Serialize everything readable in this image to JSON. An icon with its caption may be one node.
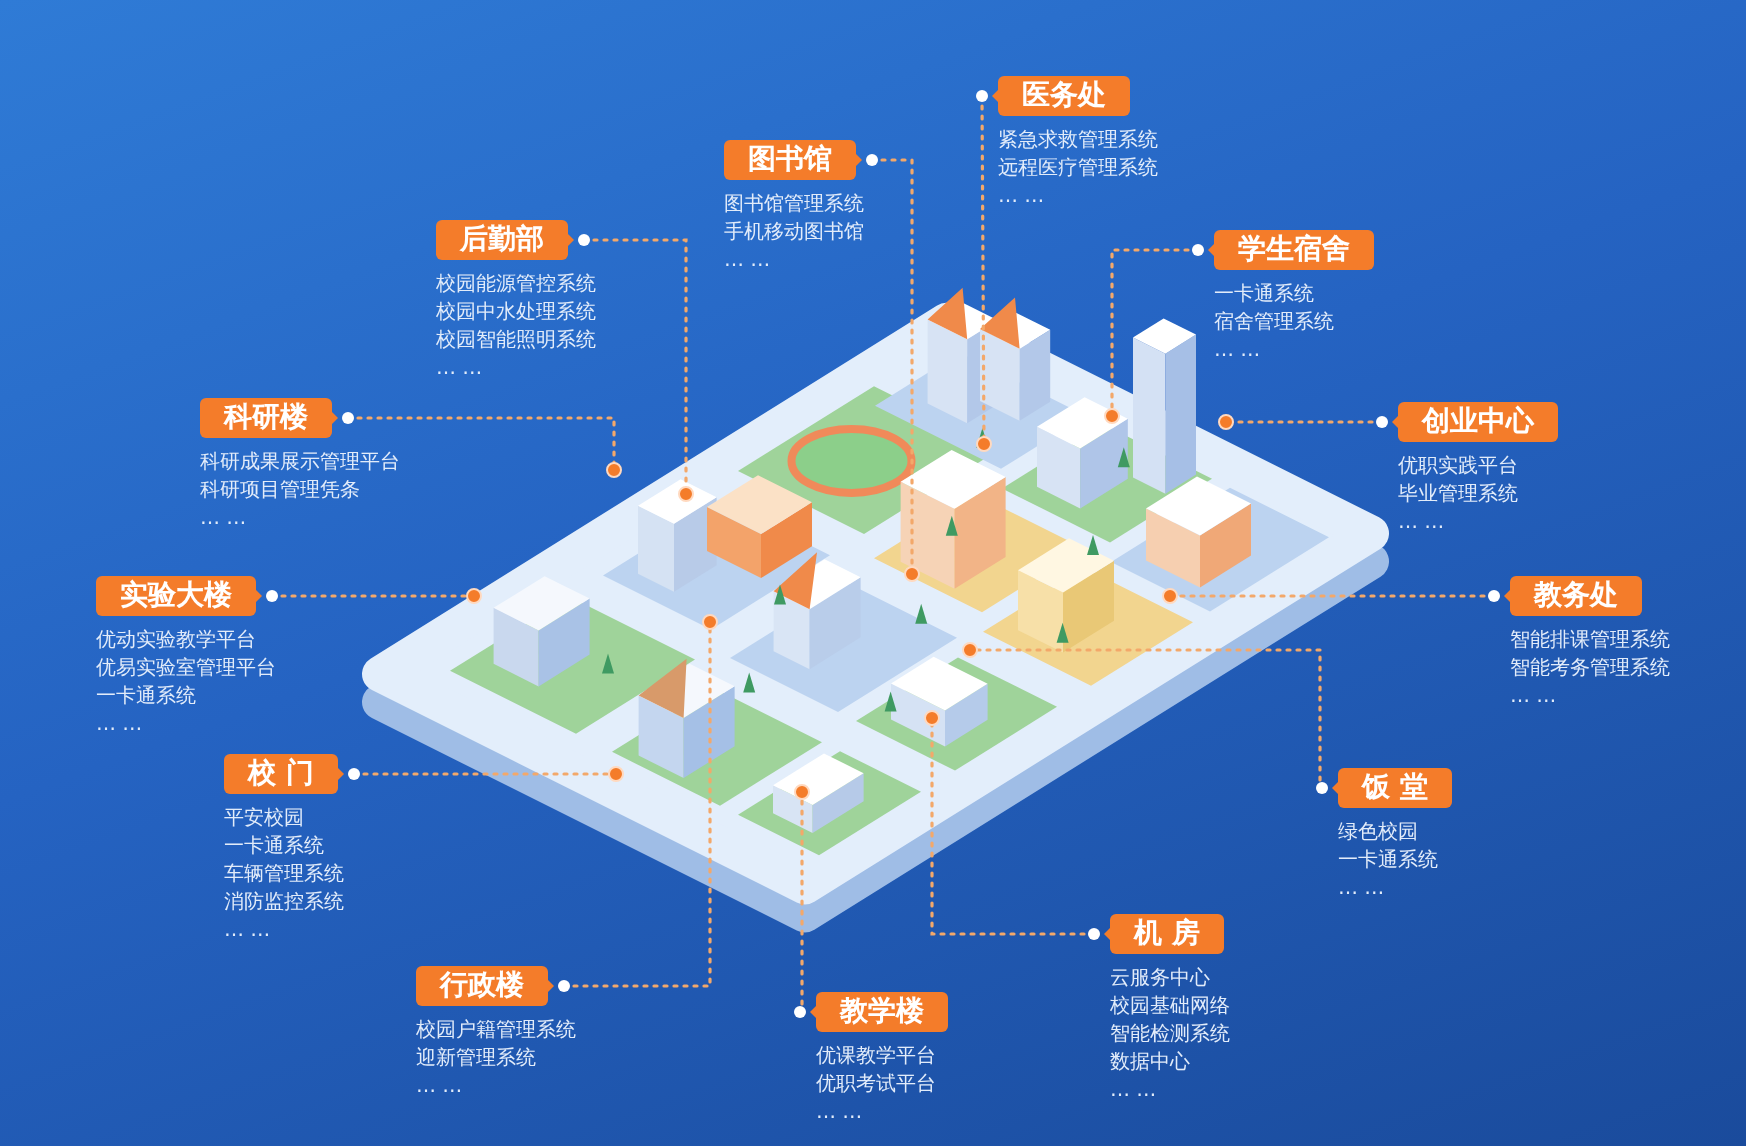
{
  "diagram": {
    "nodes": [
      {
        "text": [
          "医务处",
          "紧急求救管理系统",
          "远程医疗管理系统",
          "… …"
        ]
      },
      {
        "text": [
          "图书馆",
          "图书馆管理系统",
          "手机移动图书馆",
          "… …"
        ]
      },
      {
        "text": [
          "后勤部",
          "校园能源管控系统",
          "校园中水处理系统",
          "校园智能照明系统",
          "… …"
        ]
      },
      {
        "text": [
          "学生宿舍",
          "一卡通系统",
          "宿舍管理系统",
          "… …"
        ]
      },
      {
        "text": [
          "科研楼",
          "科研成果展示管理平台",
          "科研项目管理凭条",
          "… …"
        ]
      },
      {
        "text": [
          "创业中心",
          "优职实践平台",
          "毕业管理系统",
          "… …"
        ]
      },
      {
        "text": [
          "实验大楼",
          "优动实验教学平台",
          "优易实验室管理平台",
          "一卡通系统",
          "… …"
        ]
      },
      {
        "text": [
          "教务处",
          "智能排课管理系统",
          "智能考务管理系统",
          "… …"
        ]
      },
      {
        "text": [
          "校 门",
          "平安校园",
          "一卡通系统",
          "车辆管理系统",
          "消防监控系统",
          "… …"
        ]
      },
      {
        "text": [
          "饭 堂",
          "绿色校园",
          "一卡通系统",
          "… …"
        ]
      },
      {
        "text": [
          "机 房",
          "云服务中心",
          "校园基础网络",
          "智能检测系统",
          "数据中心",
          "… …"
        ]
      },
      {
        "text": [
          "行政楼",
          "校园户籍管理系统",
          "迎新管理系统",
          "… …"
        ]
      },
      {
        "text": [
          "教学楼",
          "优课教学平台",
          "优职考试平台",
          "… …"
        ]
      }
    ],
    "edges": [
      {
        "from": 0,
        "to": null,
        "arrow": "other"
      },
      {
        "from": 1,
        "to": null,
        "arrow": "other"
      },
      {
        "from": 2,
        "to": null,
        "arrow": "other"
      },
      {
        "from": 3,
        "to": null,
        "arrow": "other"
      },
      {
        "from": 4,
        "to": null,
        "arrow": "other"
      },
      {
        "from": 5,
        "to": null,
        "arrow": "other"
      },
      {
        "from": 6,
        "to": null,
        "arrow": "other"
      },
      {
        "from": 7,
        "to": null,
        "arrow": "other"
      },
      {
        "from": 8,
        "to": null,
        "arrow": "other"
      },
      {
        "from": 9,
        "to": null,
        "arrow": "other"
      },
      {
        "from": 10,
        "to": null,
        "arrow": "other"
      },
      {
        "from": 11,
        "to": null,
        "arrow": "other"
      },
      {
        "from": 12,
        "to": null,
        "arrow": "other"
      }
    ]
  }
}
